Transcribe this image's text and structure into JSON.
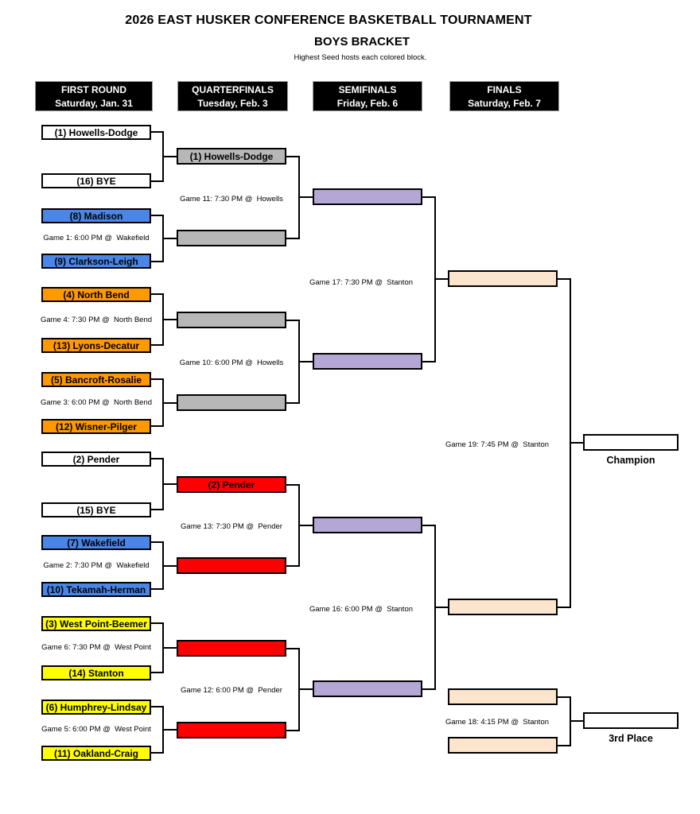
{
  "title": "2026 EAST HUSKER CONFERENCE BASKETBALL TOURNAMENT",
  "subtitle": "BOYS BRACKET",
  "note": "Highest Seed hosts each colored block.",
  "palette": {
    "header_bg": "#000000",
    "header_text": "#ffffff",
    "white": "#ffffff",
    "blue": "#4a86e8",
    "orange": "#ff9900",
    "yellow": "#ffff00",
    "red": "#ff0000",
    "gray": "#b7b7b7",
    "purple": "#b4a7d6",
    "peach": "#fce5cd",
    "line": "#000000"
  },
  "rounds": [
    {
      "name": "FIRST ROUND",
      "date": "Saturday, Jan. 31"
    },
    {
      "name": "QUARTERFINALS",
      "date": "Tuesday, Feb. 3"
    },
    {
      "name": "SEMIFINALS",
      "date": "Friday, Feb. 6"
    },
    {
      "name": "FINALS",
      "date": "Saturday, Feb. 7"
    }
  ],
  "first_round": [
    {
      "label": "(1) Howells-Dodge",
      "color": "white"
    },
    {
      "label": "(16) BYE",
      "color": "white"
    },
    {
      "label": "(8) Madison",
      "color": "blue"
    },
    {
      "label": "(9) Clarkson-Leigh",
      "color": "blue"
    },
    {
      "label": "(4) North Bend",
      "color": "orange"
    },
    {
      "label": "(13) Lyons-Decatur",
      "color": "orange"
    },
    {
      "label": "(5) Bancroft-Rosalie",
      "color": "orange"
    },
    {
      "label": "(12) Wisner-Pilger",
      "color": "orange"
    },
    {
      "label": "(2) Pender",
      "color": "white"
    },
    {
      "label": "(15) BYE",
      "color": "white"
    },
    {
      "label": "(7) Wakefield",
      "color": "blue"
    },
    {
      "label": "(10) Tekamah-Herman",
      "color": "blue"
    },
    {
      "label": "(3) West Point-Beemer",
      "color": "yellow"
    },
    {
      "label": "(14) Stanton",
      "color": "yellow"
    },
    {
      "label": "(6) Humphrey-Lindsay",
      "color": "yellow"
    },
    {
      "label": "(11) Oakland-Craig",
      "color": "yellow"
    }
  ],
  "quarterfinals": [
    {
      "label": "(1) Howells-Dodge",
      "color": "gray"
    },
    {
      "label": "",
      "color": "gray"
    },
    {
      "label": "",
      "color": "gray"
    },
    {
      "label": "",
      "color": "gray"
    },
    {
      "label": "(2) Pender",
      "color": "red"
    },
    {
      "label": "",
      "color": "red"
    },
    {
      "label": "",
      "color": "red"
    },
    {
      "label": "",
      "color": "red"
    }
  ],
  "semifinals": [
    {
      "label": "",
      "color": "purple"
    },
    {
      "label": "",
      "color": "purple"
    },
    {
      "label": "",
      "color": "purple"
    },
    {
      "label": "",
      "color": "purple"
    }
  ],
  "finals": [
    {
      "label": "",
      "color": "peach"
    },
    {
      "label": "",
      "color": "peach"
    }
  ],
  "third_place_game": [
    {
      "label": "",
      "color": "peach"
    },
    {
      "label": "",
      "color": "peach"
    }
  ],
  "champion_box": {
    "label": "",
    "color": "white"
  },
  "third_place_box": {
    "label": "",
    "color": "white"
  },
  "games": {
    "game1": "Game 1: 6:00 PM @  Wakefield",
    "game2": "Game 2: 7:30 PM @  Wakefield",
    "game3": "Game 3: 6:00 PM @  North Bend",
    "game4": "Game 4: 7:30 PM @  North Bend",
    "game5": "Game 5: 6:00 PM @  West Point",
    "game6": "Game 6: 7:30 PM @  West Point",
    "game10": "Game 10: 6:00 PM @  Howells",
    "game11": "Game 11: 7:30 PM @  Howells",
    "game12": "Game 12: 6:00 PM @  Pender",
    "game13": "Game 13: 7:30 PM @  Pender",
    "game16": "Game 16: 6:00 PM @  Stanton",
    "game17": "Game 17: 7:30 PM @  Stanton",
    "game18": "Game 18: 4:15 PM @  Stanton",
    "game19": "Game 19: 7:45 PM @  Stanton"
  },
  "labels": {
    "champion": "Champion",
    "third_place": "3rd Place"
  }
}
